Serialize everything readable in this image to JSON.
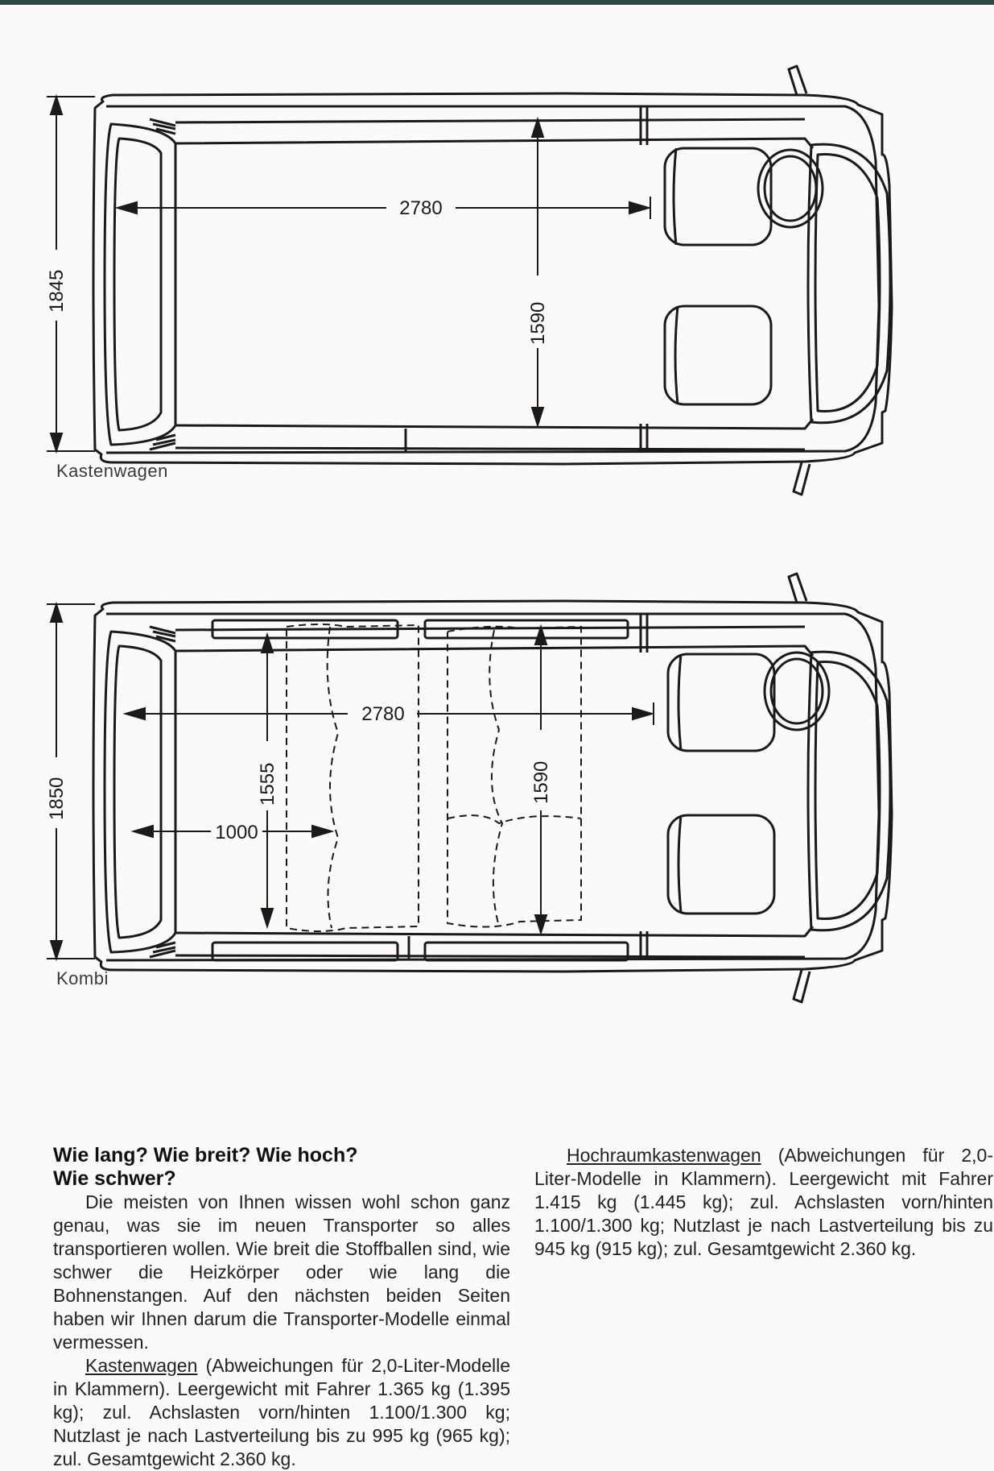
{
  "diagrams": [
    {
      "caption": "Kastenwagen",
      "overall_width": "1845",
      "cargo_length": "2780",
      "cargo_width": "1590"
    },
    {
      "caption": "Kombi",
      "overall_width": "1850",
      "cargo_length": "2780",
      "cargo_width": "1590",
      "seat_width": "1555",
      "seat_depth": "1000"
    }
  ],
  "text": {
    "heading_line1": "Wie lang? Wie breit? Wie hoch?",
    "heading_line2": "Wie schwer?",
    "intro": "Die meisten von Ihnen wissen wohl schon ganz genau, was sie im neuen Transporter so alles transportieren wollen. Wie breit die Stoffballen sind, wie schwer die Heizkörper oder wie lang die Bohnenstangen. Auf den nächsten beiden Seiten haben wir Ihnen darum die Transporter-Modelle einmal vermessen.",
    "kastenwagen_label": "Kastenwagen",
    "kastenwagen_text": "(Abweichungen für 2,0-Liter-Modelle in Klammern). Leergewicht mit Fahrer 1.365 kg (1.395 kg); zul. Achslasten vorn/hinten 1.100/1.300 kg; Nutzlast je nach Lastverteilung bis zu 995 kg (965 kg); zul. Gesamtgewicht 2.360 kg.",
    "hochraum_label": "Hochraumkastenwagen",
    "hochraum_text": "(Abweichungen für 2,0-Liter-Modelle in Klammern). Leergewicht mit Fahrer 1.415 kg (1.445 kg); zul. Achslasten vorn/hinten 1.100/1.300 kg; Nutzlast je nach Lastverteilung bis zu 945 kg (915 kg); zul. Gesamtgewicht 2.360 kg."
  }
}
